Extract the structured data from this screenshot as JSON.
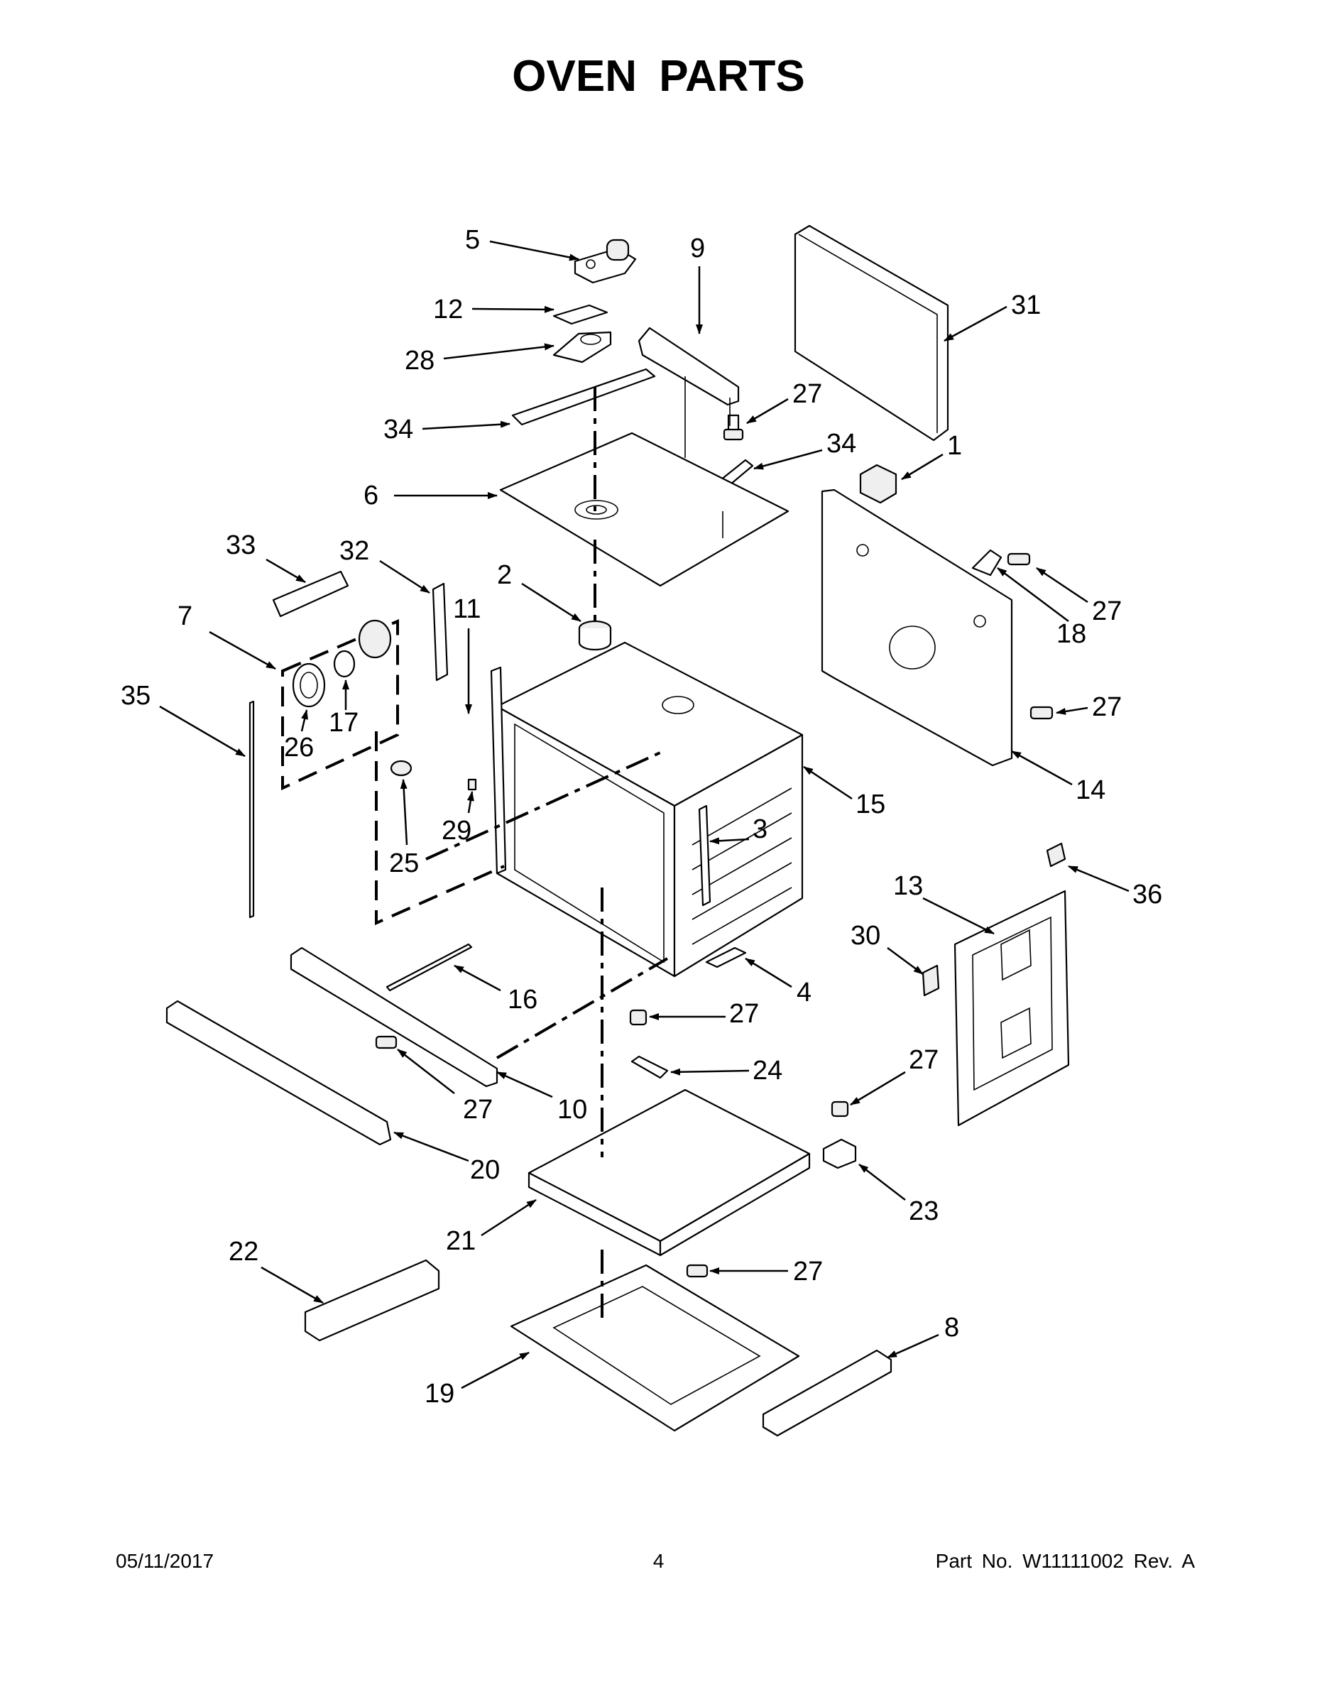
{
  "title": "OVEN PARTS",
  "footer": {
    "date": "05/11/2017",
    "page": "4",
    "part_no": "Part No.  W11111002  Rev.  A"
  },
  "callouts": [
    "1",
    "2",
    "3",
    "4",
    "5",
    "6",
    "7",
    "8",
    "9",
    "10",
    "11",
    "12",
    "13",
    "14",
    "15",
    "16",
    "17",
    "18",
    "19",
    "20",
    "21",
    "22",
    "23",
    "24",
    "25",
    "26",
    "27",
    "28",
    "29",
    "30",
    "31",
    "32",
    "33",
    "34",
    "35",
    "36"
  ],
  "repeated_callouts": {
    "screw": "27",
    "side_trim": "34"
  }
}
